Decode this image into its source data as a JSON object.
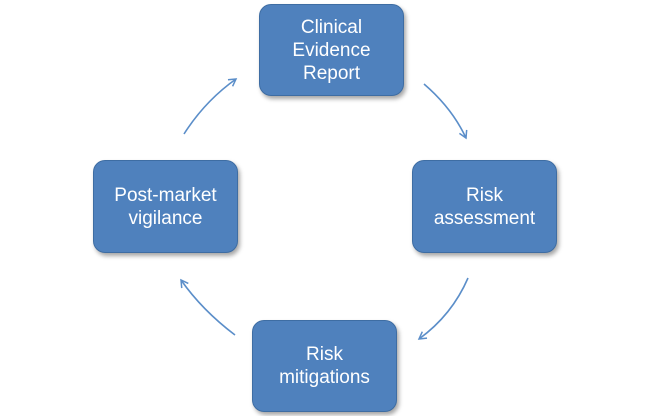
{
  "diagram": {
    "nodes": [
      {
        "id": "clinical-evidence-report",
        "label": "Clinical\nEvidence\nReport"
      },
      {
        "id": "risk-assessment",
        "label": "Risk\nassessment"
      },
      {
        "id": "risk-mitigations",
        "label": "Risk\nmitigations"
      },
      {
        "id": "post-market-vigilance",
        "label": "Post-market\nvigilance"
      }
    ],
    "edges": [
      {
        "from": "clinical-evidence-report",
        "to": "risk-assessment"
      },
      {
        "from": "risk-assessment",
        "to": "risk-mitigations"
      },
      {
        "from": "risk-mitigations",
        "to": "post-market-vigilance"
      },
      {
        "from": "post-market-vigilance",
        "to": "clinical-evidence-report"
      }
    ],
    "colors": {
      "node_fill": "#4f81bd",
      "node_border": "#3e6da3",
      "node_text": "#ffffff",
      "arrow": "#5b8ec9"
    }
  }
}
